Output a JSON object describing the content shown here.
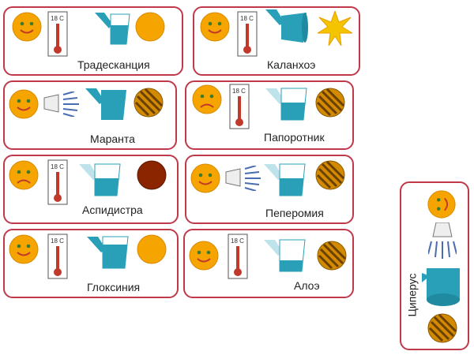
{
  "thermometer_text": "18 C",
  "cards": [
    {
      "name": "Традесканция",
      "mood": "happy",
      "tool": "thermometer",
      "water": "full",
      "light": "sun"
    },
    {
      "name": "Каланхоэ",
      "mood": "happy",
      "tool": "thermometer",
      "water": "pouring",
      "light": "burst"
    },
    {
      "name": "Маранта",
      "mood": "happy",
      "tool": "spray",
      "water": "full",
      "light": "striped"
    },
    {
      "name": "Папоротник",
      "mood": "sad",
      "tool": "thermometer",
      "water": "half",
      "light": "striped"
    },
    {
      "name": "Аспидистра",
      "mood": "sad",
      "tool": "thermometer",
      "water": "half",
      "light": "dark"
    },
    {
      "name": "Пеперомия",
      "mood": "happy",
      "tool": "spray",
      "water": "half",
      "light": "striped"
    },
    {
      "name": "Глоксиния",
      "mood": "happy",
      "tool": "thermometer",
      "water": "full",
      "light": "sun"
    },
    {
      "name": "Алоэ",
      "mood": "happy",
      "tool": "thermometer",
      "water": "low",
      "light": "striped"
    },
    {
      "name": "Циперус",
      "mood": "happy",
      "tool": "spray",
      "water": "full",
      "light": "striped"
    }
  ],
  "colors": {
    "border": "#c0394a",
    "smiley": "#f5a400",
    "pot": "#2aa0b8",
    "thermo": "#c0392b"
  }
}
